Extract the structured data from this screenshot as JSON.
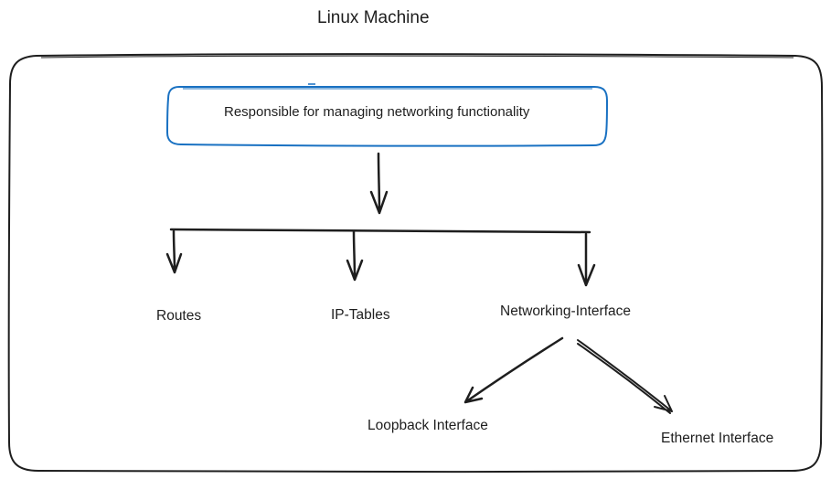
{
  "diagram": {
    "title": "Linux Machine",
    "responsibility_box": "Responsible for managing networking functionality",
    "nodes": {
      "routes": "Routes",
      "iptables": "IP-Tables",
      "networking_interface": "Networking-Interface",
      "loopback_interface": "Loopback Interface",
      "ethernet_interface": "Ethernet Interface"
    }
  },
  "colors": {
    "stroke": "#1e1e1e",
    "box_border": "#1971c2",
    "background": "#ffffff"
  }
}
